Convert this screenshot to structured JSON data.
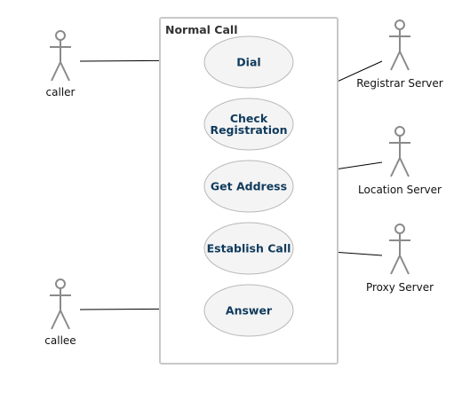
{
  "system": {
    "title": "Normal Call"
  },
  "use_cases": [
    {
      "id": "dial",
      "label_lines": [
        "Dial"
      ]
    },
    {
      "id": "check-registration",
      "label_lines": [
        "Check",
        "Registration"
      ]
    },
    {
      "id": "get-address",
      "label_lines": [
        "Get Address"
      ]
    },
    {
      "id": "establish-call",
      "label_lines": [
        "Establish Call"
      ]
    },
    {
      "id": "answer",
      "label_lines": [
        "Answer"
      ]
    }
  ],
  "actors": [
    {
      "id": "caller",
      "label": "caller"
    },
    {
      "id": "callee",
      "label": "callee"
    },
    {
      "id": "registrar-server",
      "label": "Registrar Server"
    },
    {
      "id": "location-server",
      "label": "Location Server"
    },
    {
      "id": "proxy-server",
      "label": "Proxy Server"
    }
  ],
  "associations": [
    {
      "actor": "caller",
      "use_case": "dial"
    },
    {
      "actor": "registrar-server",
      "use_case": "check-registration"
    },
    {
      "actor": "location-server",
      "use_case": "get-address"
    },
    {
      "actor": "proxy-server",
      "use_case": "establish-call"
    },
    {
      "actor": "callee",
      "use_case": "answer"
    }
  ],
  "colors": {
    "system_border": "#c8c8c8",
    "usecase_fill": "#f4f4f4",
    "usecase_stroke": "#b8b8b8",
    "usecase_text": "#0f3a5c",
    "actor_stroke": "#8a8a8a",
    "line": "#000000"
  }
}
